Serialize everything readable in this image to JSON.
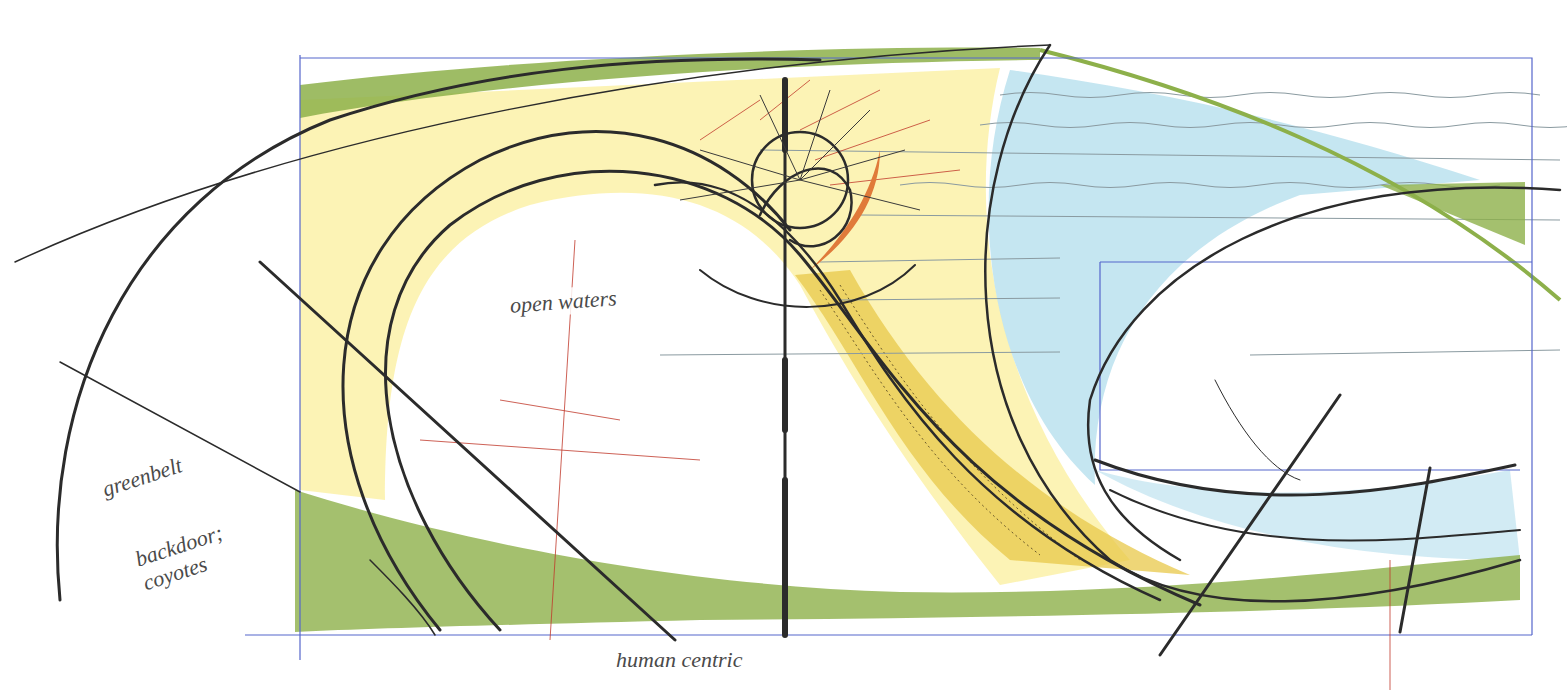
{
  "diagram": {
    "labels": [
      "open waters",
      "greenbelt",
      "backdoor; coyotes",
      "human centric"
    ]
  }
}
